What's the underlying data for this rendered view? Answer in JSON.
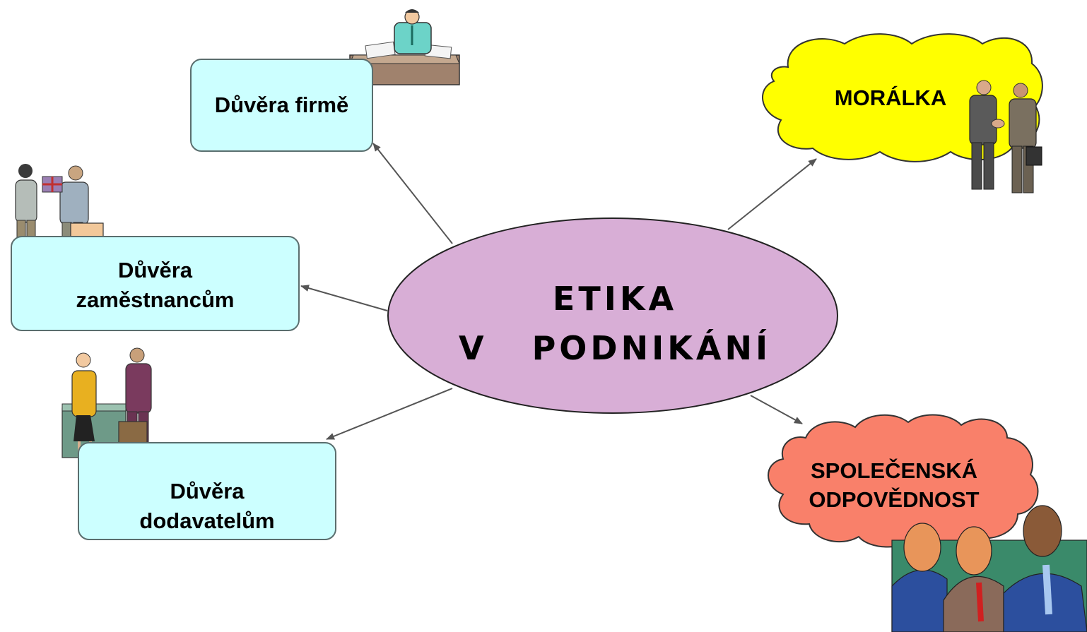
{
  "center": {
    "line1": "ETIKA",
    "line2": "V   PODNIKÁNÍ"
  },
  "nodes": {
    "trust_firm": {
      "label": "Důvěra firmě"
    },
    "trust_employees": {
      "line1": "Důvěra",
      "line2": "zaměstnancům"
    },
    "trust_suppliers": {
      "line1": "Důvěra",
      "line2": "dodavatelům"
    },
    "morality": {
      "label": "MORÁLKA"
    },
    "social_responsibility": {
      "line1": "SPOLEČENSKÁ",
      "line2": "ODPOVĚDNOST"
    }
  },
  "colors": {
    "center_fill": "#d8aed6",
    "box_fill": "#ccffff",
    "morality_cloud": "#ffff00",
    "social_cloud": "#f9806a",
    "arrow": "#555555"
  }
}
